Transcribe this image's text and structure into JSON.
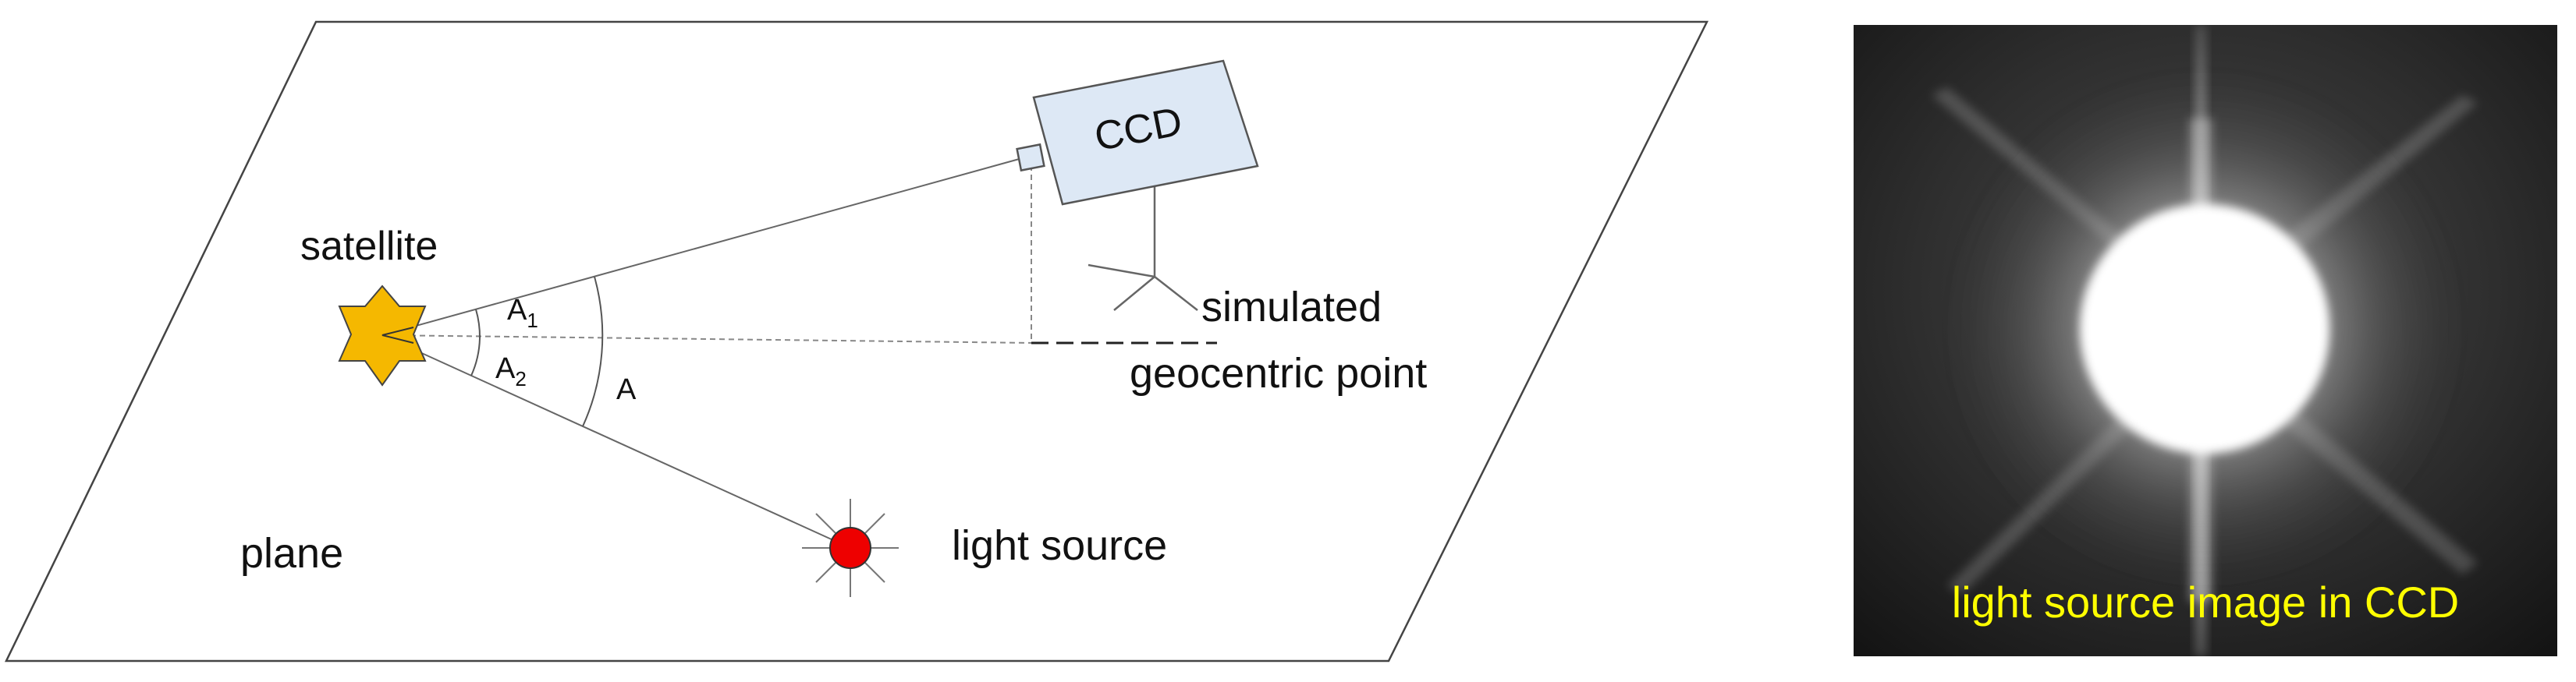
{
  "labels": {
    "satellite": "satellite",
    "ccd": "CCD",
    "angle_a1": "A",
    "angle_a1_sub": "1",
    "angle_a2": "A",
    "angle_a2_sub": "2",
    "angle_a": "A",
    "simulated": "simulated",
    "geocentric_point": "geocentric point",
    "plane": "plane",
    "light_source": "light source"
  },
  "ccd_image": {
    "caption": "light source image in CCD"
  },
  "colors": {
    "satellite_fill": "#F5B800",
    "light_source_fill": "#EE0000",
    "ccd_body_fill": "#DDE8F5",
    "caption_color": "#FFFF00"
  }
}
